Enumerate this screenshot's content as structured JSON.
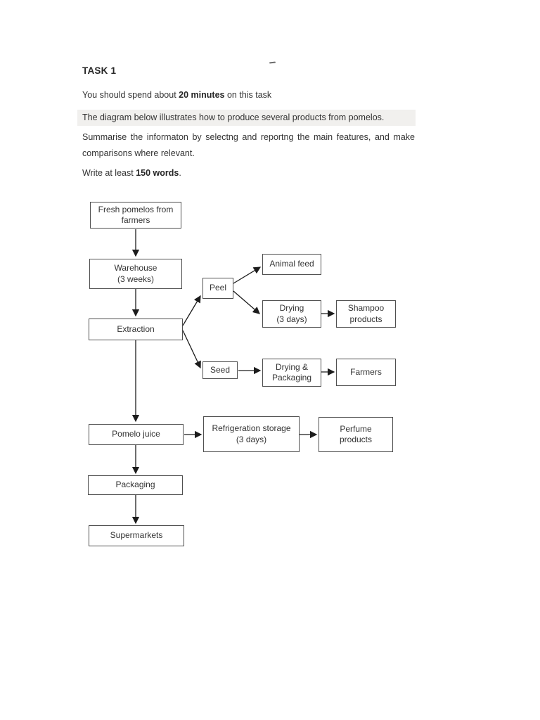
{
  "task": {
    "title": "TASK 1",
    "time_line": {
      "prefix": "You should spend about ",
      "bold": "20 minutes",
      "suffix": " on this task"
    },
    "prompt": "The diagram below illustrates how to produce several products from pomelos.",
    "summarise": "Summarise the informaton by selectng and reportng the main features, and make comparisons where relevant.",
    "write_line": {
      "prefix": "Write at least ",
      "bold": "150 words",
      "suffix": "."
    }
  },
  "diagram": {
    "nodes": {
      "fresh_pomelos": {
        "label": "Fresh pomelos from\nfarmers"
      },
      "warehouse": {
        "label": "Warehouse\n(3 weeks)"
      },
      "extraction": {
        "label": "Extraction"
      },
      "peel": {
        "label": "Peel"
      },
      "animal_feed": {
        "label": "Animal feed"
      },
      "drying": {
        "label": "Drying\n(3 days)"
      },
      "shampoo_products": {
        "label": "Shampoo\nproducts"
      },
      "seed": {
        "label": "Seed"
      },
      "drying_packaging": {
        "label": "Drying &\nPackaging"
      },
      "farmers": {
        "label": "Farmers"
      },
      "pomelo_juice": {
        "label": "Pomelo juice"
      },
      "refrigeration_storage": {
        "label": "Refrigeration storage\n(3 days)"
      },
      "perfume_products": {
        "label": "Perfume\nproducts"
      },
      "packaging": {
        "label": "Packaging"
      },
      "supermarkets": {
        "label": "Supermarkets"
      }
    },
    "edges": [
      {
        "from": "fresh_pomelos",
        "to": "warehouse"
      },
      {
        "from": "warehouse",
        "to": "extraction"
      },
      {
        "from": "extraction",
        "to": "peel"
      },
      {
        "from": "extraction",
        "to": "seed"
      },
      {
        "from": "extraction",
        "to": "pomelo_juice"
      },
      {
        "from": "peel",
        "to": "animal_feed"
      },
      {
        "from": "peel",
        "to": "drying"
      },
      {
        "from": "drying",
        "to": "shampoo_products"
      },
      {
        "from": "seed",
        "to": "drying_packaging"
      },
      {
        "from": "drying_packaging",
        "to": "farmers"
      },
      {
        "from": "pomelo_juice",
        "to": "refrigeration_storage"
      },
      {
        "from": "refrigeration_storage",
        "to": "perfume_products"
      },
      {
        "from": "pomelo_juice",
        "to": "packaging"
      },
      {
        "from": "packaging",
        "to": "supermarkets"
      }
    ],
    "colors": {
      "page_background": "#ffffff",
      "text": "#333333",
      "box_border": "#4f4f4f",
      "arrow": "#1c1c1c",
      "prompt_highlight": "#f1f0ee"
    }
  }
}
